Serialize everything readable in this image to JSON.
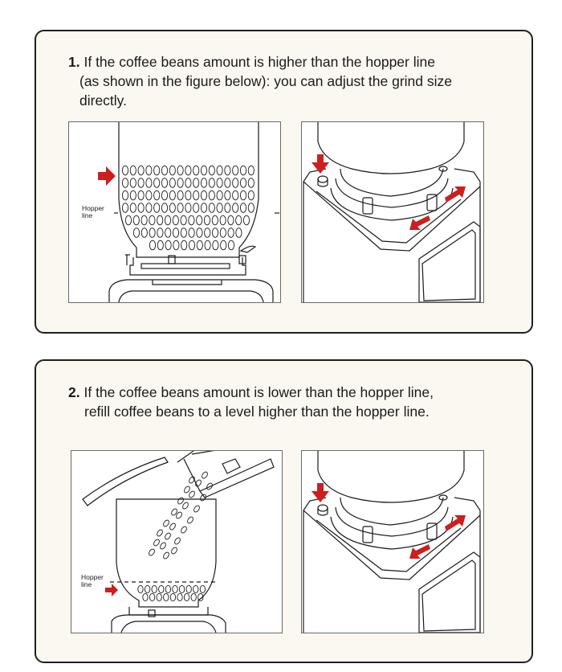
{
  "steps": [
    {
      "number": "1.",
      "lines": [
        "If the coffee beans amount is higher than the hopper line",
        "(as shown in the figure below): you can adjust the grind size",
        "directly."
      ],
      "figure_label": [
        "Hopper",
        "line"
      ]
    },
    {
      "number": "2.",
      "lines": [
        "If the coffee beans amount is lower than the hopper line,",
        "refill coffee beans to a level higher than the hopper line."
      ],
      "figure_label": [
        "Hopper",
        "line"
      ]
    }
  ],
  "colors": {
    "arrow": "#cc1f1f",
    "line": "#1a1a1a",
    "card_bg": "#fbf8f1",
    "card_border": "#1f1f1f"
  }
}
